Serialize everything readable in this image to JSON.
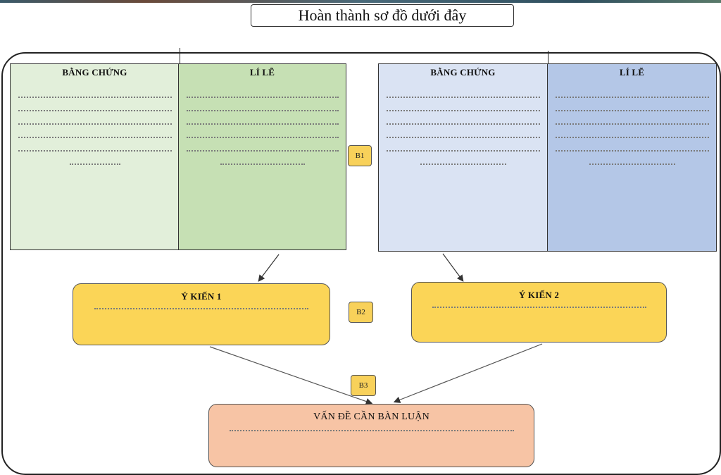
{
  "title": "Hoàn thành sơ đồ dưới đây",
  "left_group": {
    "evidence_label": "BẰNG CHỨNG",
    "reason_label": "LÍ LẼ"
  },
  "right_group": {
    "evidence_label": "BẰNG CHỨNG",
    "reason_label": "LÍ LẼ"
  },
  "step_tags": {
    "b1": "B1",
    "b2": "B2",
    "b3": "B3"
  },
  "opinion_1": {
    "label": "Ý KIẾN 1"
  },
  "opinion_2": {
    "label": "Ý KIẾN 2"
  },
  "issue": {
    "label": "VẤN ĐỀ CẦN BÀN LUẬN"
  },
  "colors": {
    "evidence_left": "#e2efda",
    "reason_left": "#c6e0b4",
    "evidence_right": "#dae3f3",
    "reason_right": "#b4c7e7",
    "opinion": "#fbd557",
    "issue": "#f7c4a5",
    "tag": "#f8d15a"
  }
}
